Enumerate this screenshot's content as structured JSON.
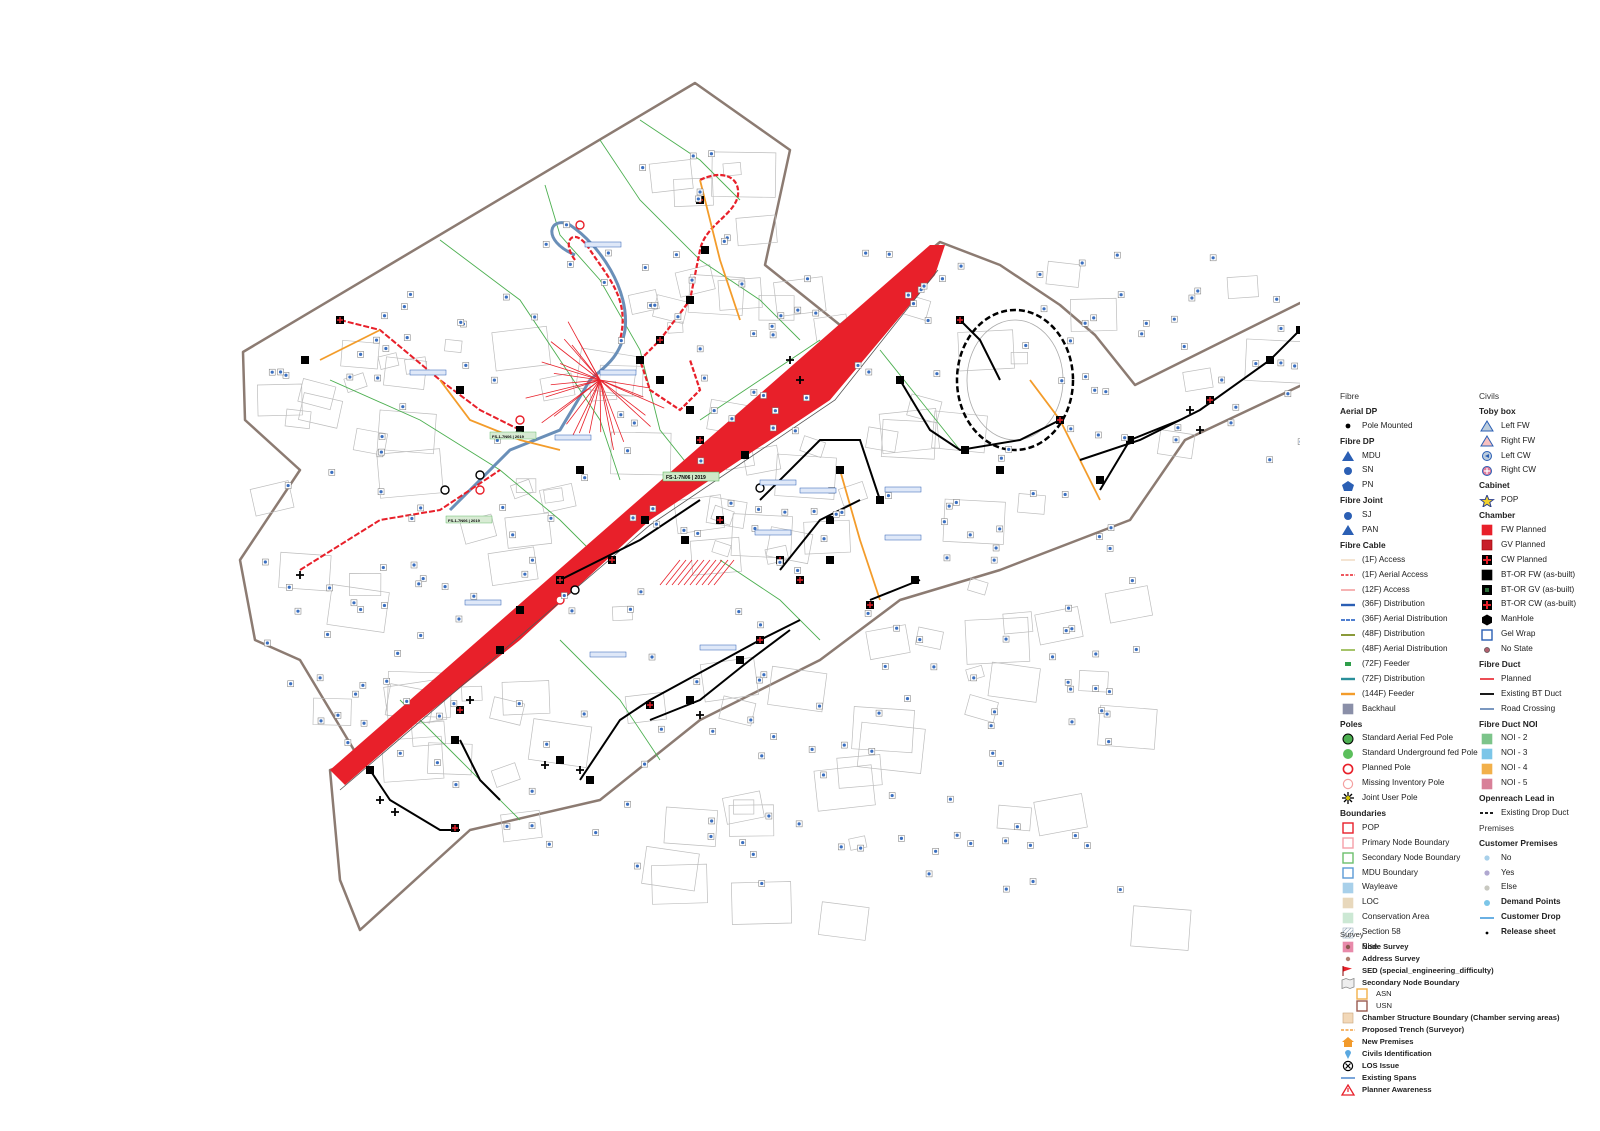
{
  "colors": {
    "boundary": "#8c7b72",
    "road_red": "#e8202a",
    "fw_planned": "#e8202a",
    "feeder": "#f39c2b",
    "distribution": "#2b5fb4",
    "secondary_node": "#4caf50",
    "existing_duct": "#000000",
    "planned_duct": "#e8202a"
  },
  "map": {
    "dp_labels": [
      {
        "text": "FS-1-7N06 | 2019",
        "style": "green"
      },
      {
        "text": "FS-1-7N06 | 2019",
        "style": "green"
      },
      {
        "text": "FS-1-7N06 | 2019",
        "style": "green"
      }
    ]
  },
  "legend": {
    "fibre": {
      "section": "Fibre",
      "groups": [
        {
          "title": "Aerial DP",
          "items": [
            {
              "label": "Pole Mounted",
              "icon": "dot-black"
            }
          ]
        },
        {
          "title": "Fibre DP",
          "items": [
            {
              "label": "MDU",
              "icon": "triangle-blue"
            },
            {
              "label": "SN",
              "icon": "circle-blue"
            },
            {
              "label": "PN",
              "icon": "pentagon-blue"
            }
          ]
        },
        {
          "title": "Fibre Joint",
          "items": [
            {
              "label": "SJ",
              "icon": "circle-blue"
            },
            {
              "label": "PAN",
              "icon": "triangle-blue"
            }
          ]
        },
        {
          "title": "Fibre Cable",
          "items": [
            {
              "label": "(1F) Access",
              "icon": "line-thin-beige"
            },
            {
              "label": "(1F) Aerial Access",
              "icon": "line-dash-red"
            },
            {
              "label": "(12F) Access",
              "icon": "line-thin-red"
            },
            {
              "label": "(36F) Distribution",
              "icon": "line-blue"
            },
            {
              "label": "(36F) Aerial Distribution",
              "icon": "line-blue-dash"
            },
            {
              "label": "(48F) Distribution",
              "icon": "line-olive"
            },
            {
              "label": "(48F) Aerial Distribution",
              "icon": "line-olive-light"
            },
            {
              "label": "(72F) Feeder",
              "icon": "line-green"
            },
            {
              "label": "(72F) Distribution",
              "icon": "line-teal"
            },
            {
              "label": "(144F) Feeder",
              "icon": "line-orange"
            },
            {
              "label": "Backhaul",
              "icon": "rect-slate"
            }
          ]
        },
        {
          "title": "Poles",
          "items": [
            {
              "label": "Standard Aerial Fed Pole",
              "icon": "circle-green-ring"
            },
            {
              "label": "Standard Underground fed Pole",
              "icon": "circle-green"
            },
            {
              "label": "Planned Pole",
              "icon": "circle-red-ring"
            },
            {
              "label": "Missing Inventory Pole",
              "icon": "circle-pink-ring"
            },
            {
              "label": "Joint User Pole",
              "icon": "star-burst"
            }
          ]
        },
        {
          "title": "Boundaries",
          "items": [
            {
              "label": "POP",
              "icon": "box-red"
            },
            {
              "label": "Primary Node Boundary",
              "icon": "box-pink"
            },
            {
              "label": "Secondary Node Boundary",
              "icon": "box-green"
            },
            {
              "label": "MDU Boundary",
              "icon": "box-blue"
            },
            {
              "label": "Wayleave",
              "icon": "fill-lightblue"
            },
            {
              "label": "LOC",
              "icon": "fill-tan"
            },
            {
              "label": "Conservation Area",
              "icon": "fill-mint"
            },
            {
              "label": "Section 58",
              "icon": "hatch-blue"
            },
            {
              "label": "Else",
              "icon": "fill-pink"
            }
          ]
        }
      ]
    },
    "civils": {
      "section": "Civils",
      "groups": [
        {
          "title": "Toby box",
          "items": [
            {
              "label": "Left FW",
              "icon": "triangle-ring"
            },
            {
              "label": "Right FW",
              "icon": "triangle-red"
            },
            {
              "label": "Left CW",
              "icon": "circle-ring-arrow"
            },
            {
              "label": "Right CW",
              "icon": "circle-plus-red"
            }
          ]
        },
        {
          "title": "Cabinet",
          "items": [
            {
              "label": "POP",
              "icon": "star-yellow"
            }
          ]
        },
        {
          "title": "Chamber",
          "items": [
            {
              "label": "FW Planned",
              "icon": "sq-red"
            },
            {
              "label": "GV Planned",
              "icon": "sq-red-dark"
            },
            {
              "label": "CW Planned",
              "icon": "sq-red-cross"
            },
            {
              "label": "BT-OR FW (as-built)",
              "icon": "sq-black"
            },
            {
              "label": "BT-OR GV (as-built)",
              "icon": "sq-black-green"
            },
            {
              "label": "BT-OR CW (as-built)",
              "icon": "sq-black-cross"
            },
            {
              "label": "ManHole",
              "icon": "hex-black"
            },
            {
              "label": "Gel Wrap",
              "icon": "sq-blue-ring"
            },
            {
              "label": "No State",
              "icon": "dot-mauve"
            }
          ]
        },
        {
          "title": "Fibre Duct",
          "items": [
            {
              "label": "Planned",
              "icon": "line-red"
            },
            {
              "label": "Existing BT Duct",
              "icon": "line-black"
            },
            {
              "label": "Road Crossing",
              "icon": "line-steel"
            }
          ]
        },
        {
          "title": "Fibre Duct NOI",
          "items": [
            {
              "label": "NOI - 2",
              "icon": "fill-green"
            },
            {
              "label": "NOI - 3",
              "icon": "fill-sky"
            },
            {
              "label": "NOI - 4",
              "icon": "fill-orange"
            },
            {
              "label": "NOI - 5",
              "icon": "fill-rose"
            }
          ]
        },
        {
          "title": "Openreach Lead in",
          "items": [
            {
              "label": "Existing Drop Duct",
              "icon": "line-black-dash"
            }
          ]
        },
        {
          "title": "Premises",
          "plain": true,
          "items": []
        },
        {
          "title": "Customer Premises",
          "items": [
            {
              "label": "No",
              "icon": "dot-lightblue"
            },
            {
              "label": "Yes",
              "icon": "dot-lavender"
            },
            {
              "label": "Else",
              "icon": "dot-grey"
            }
          ]
        },
        {
          "title": "",
          "items": [
            {
              "label": "Demand Points",
              "icon": "dot-cyan",
              "bold": true
            },
            {
              "label": "Customer Drop",
              "icon": "line-skyblue",
              "bold": true
            },
            {
              "label": "Release sheet",
              "icon": "dot-small-black",
              "bold": true
            }
          ]
        }
      ]
    },
    "survey": {
      "section": "Survey",
      "items": [
        {
          "label": "Node Survey",
          "icon": "dot-brown"
        },
        {
          "label": "Address Survey",
          "icon": "dot-brown-light"
        },
        {
          "label": "SED (special_engineering_difficulty)",
          "icon": "flag-red"
        },
        {
          "label": "Secondary Node Boundary",
          "icon": "map-icon"
        },
        {
          "label": "ASN",
          "icon": "box-orange",
          "indent": true,
          "plain": true
        },
        {
          "label": "USN",
          "icon": "box-brown",
          "indent": true,
          "plain": true
        },
        {
          "label": "Chamber Structure Boundary (Chamber serving areas)",
          "icon": "fill-peach"
        },
        {
          "label": "Proposed Trench (Surveyor)",
          "icon": "line-orange-dash"
        },
        {
          "label": "New Premises",
          "icon": "house-orange"
        },
        {
          "label": "Civils Identification",
          "icon": "pin-blue"
        },
        {
          "label": "LOS Issue",
          "icon": "x-circle"
        },
        {
          "label": "Existing Spans",
          "icon": "line-blue-short"
        },
        {
          "label": "Planner Awareness",
          "icon": "warn-red"
        }
      ]
    }
  }
}
